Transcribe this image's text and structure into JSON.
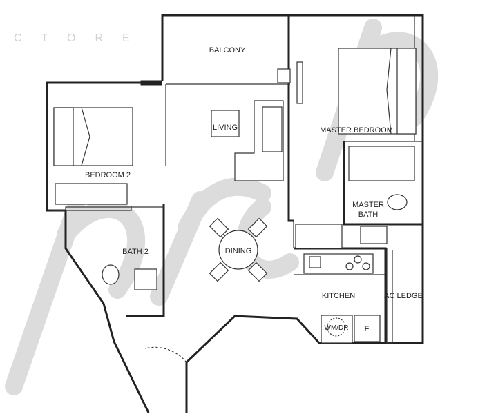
{
  "watermark": {
    "logo_text": "PropN",
    "faint_text": "CTORE"
  },
  "rooms": {
    "balcony": "BALCONY",
    "living": "LIVING",
    "master_bedroom": "MASTER BEDROOM",
    "bedroom_2": "BEDROOM 2",
    "master_bath_1": "MASTER",
    "master_bath_2": "BATH",
    "bath_2": "BATH 2",
    "dining": "DINING",
    "kitchen": "KITCHEN",
    "ac_ledge": "AC LEDGE",
    "washer_dryer": "WM/DR",
    "fridge": "F"
  }
}
